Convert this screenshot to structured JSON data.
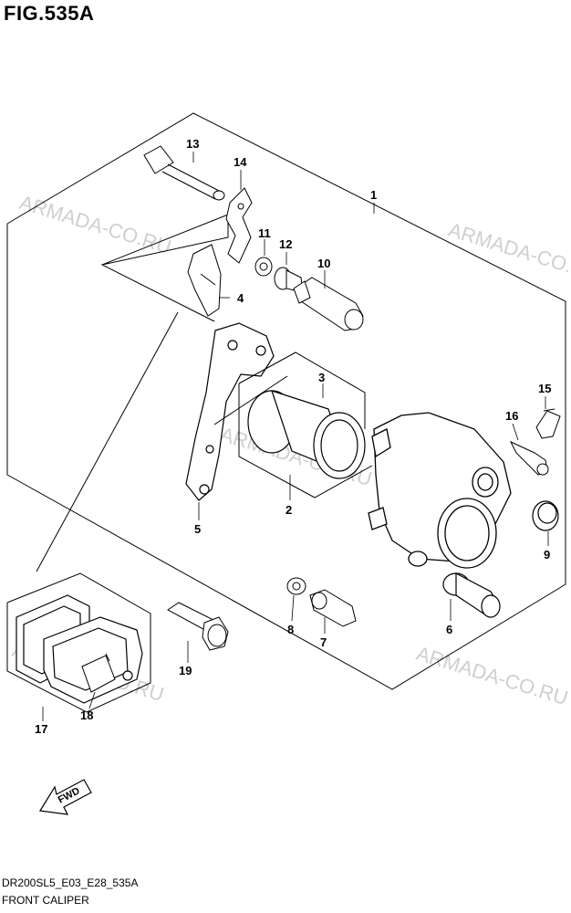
{
  "figure_title": "FIG.535A",
  "diagram_code": "DR200SL5_E03_E28_535A",
  "caption": "FRONT CALIPER",
  "watermark": "ARMADA-CO.RU",
  "direction_label": "FWD",
  "callouts": {
    "p1": "1",
    "p2": "2",
    "p3": "3",
    "p4": "4",
    "p5": "5",
    "p6": "6",
    "p7": "7",
    "p8": "8",
    "p9": "9",
    "p10": "10",
    "p11": "11",
    "p12": "12",
    "p13": "13",
    "p14": "14",
    "p15": "15",
    "p16": "16",
    "p17": "17",
    "p18": "18",
    "p19": "19"
  }
}
